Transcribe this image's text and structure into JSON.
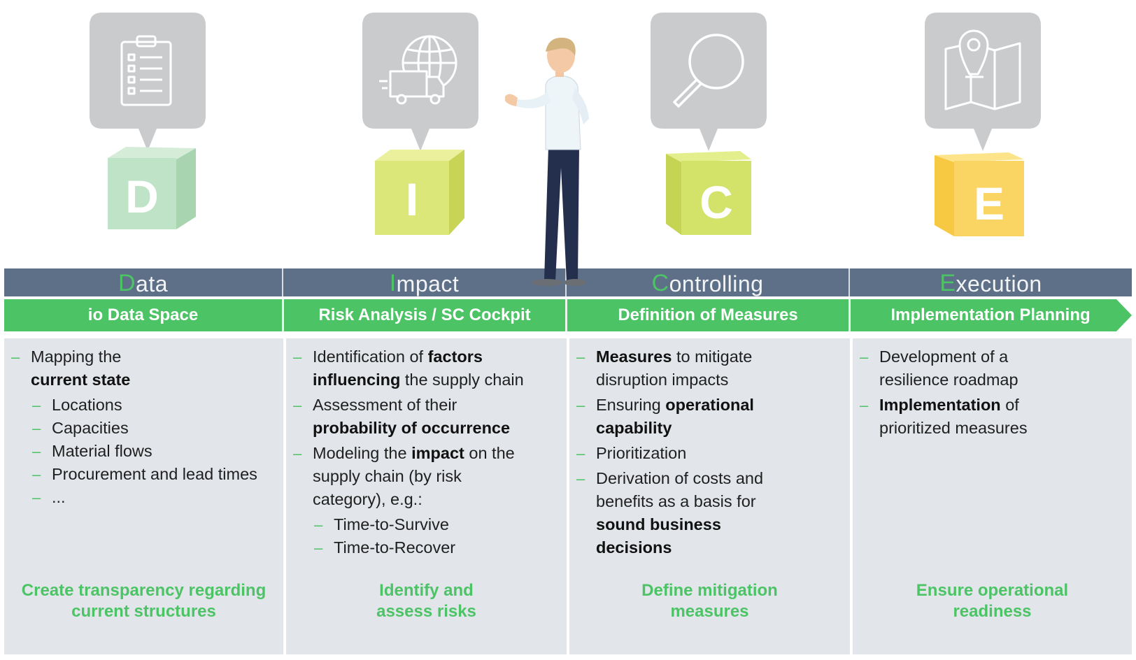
{
  "phases": [
    {
      "initial": "D",
      "rest": "ata",
      "tool": "io Data Space",
      "icon": "clipboard-checklist-icon",
      "cube_color": "#b9dfbf",
      "goal": [
        "Create transparency regarding",
        "current structures"
      ]
    },
    {
      "initial": "I",
      "rest": "mpact",
      "tool": "Risk Analysis / SC Cockpit",
      "icon": "globe-truck-icon",
      "cube_color": "#dce77a",
      "goal": [
        "Identify and",
        "assess risks"
      ]
    },
    {
      "initial": "C",
      "rest": "ontrolling",
      "tool": "Definition of Measures",
      "icon": "magnifier-icon",
      "cube_color": "#d3e36a",
      "goal": [
        "Define mitigation",
        "measures"
      ]
    },
    {
      "initial": "E",
      "rest": "xecution",
      "tool": "Implementation Planning",
      "icon": "map-pin-icon",
      "cube_color": "#fbd563",
      "goal": [
        "Ensure operational",
        "readiness"
      ]
    }
  ],
  "cube_letters": [
    "D",
    "I",
    "C",
    "E"
  ],
  "columns": [
    [
      {
        "level": 1,
        "parts": [
          "Mapping the",
          "{b}current state"
        ]
      },
      {
        "level": 2,
        "parts": [
          "Locations"
        ]
      },
      {
        "level": 2,
        "parts": [
          "Capacities"
        ]
      },
      {
        "level": 2,
        "parts": [
          "Material flows"
        ]
      },
      {
        "level": 2,
        "parts": [
          "Procurement and lead times"
        ]
      },
      {
        "level": 2,
        "parts": [
          "..."
        ]
      }
    ],
    [
      {
        "level": 1,
        "parts": [
          "Identification of {b}factors",
          "{b}influencing{/b} the supply chain"
        ]
      },
      {
        "level": 1,
        "parts": [
          "Assessment of their",
          "{b}probability of occurrence"
        ]
      },
      {
        "level": 1,
        "parts": [
          "Modeling the {b}impact{/b} on the",
          "supply chain (by risk",
          "category), e.g.:"
        ]
      },
      {
        "level": 2,
        "parts": [
          "Time-to-Survive"
        ]
      },
      {
        "level": 2,
        "parts": [
          "Time-to-Recover"
        ]
      }
    ],
    [
      {
        "level": 1,
        "parts": [
          "{b}Measures{/b} to mitigate",
          "disruption impacts"
        ]
      },
      {
        "level": 1,
        "parts": [
          "Ensuring {b}operational",
          "{b}capability"
        ]
      },
      {
        "level": 1,
        "parts": [
          "Prioritization"
        ]
      },
      {
        "level": 1,
        "parts": [
          "Derivation of costs and",
          "benefits as a basis for",
          "{b}sound business",
          "{b}decisions"
        ]
      }
    ],
    [
      {
        "level": 1,
        "parts": [
          "Development of a",
          "resilience roadmap"
        ]
      },
      {
        "level": 1,
        "parts": [
          "{b}Implementation{/b} of",
          "prioritized measures"
        ]
      }
    ]
  ],
  "colors": {
    "green": "#4cc466",
    "phase_bar": "#5e6f88",
    "column_bg": "#e2e5ea",
    "bubble": "#c9cbcd"
  },
  "dash_glyph": "–"
}
